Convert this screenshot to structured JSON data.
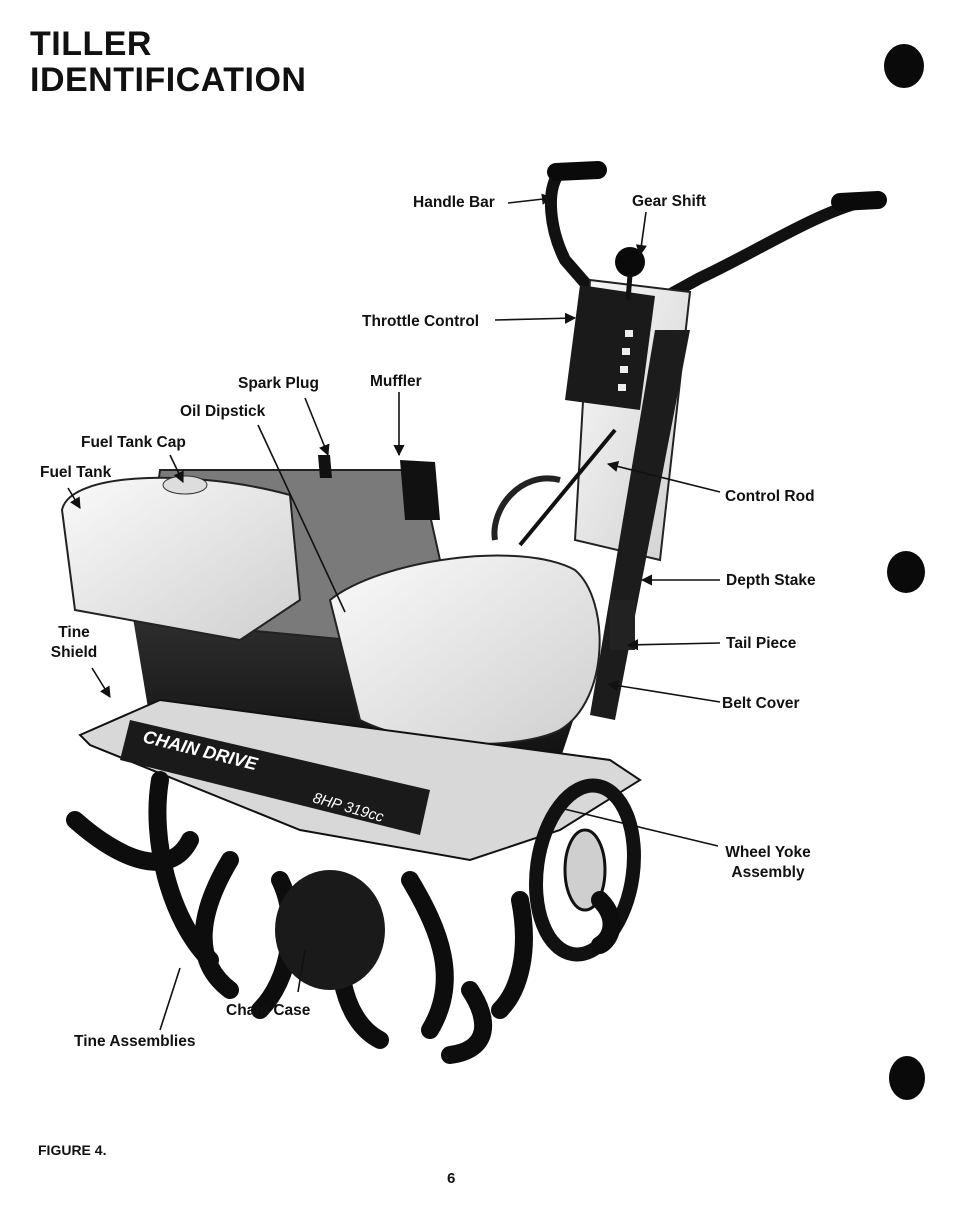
{
  "page": {
    "title_line1": "TILLER",
    "title_line2": "IDENTIFICATION",
    "figure_caption": "FIGURE 4.",
    "page_number": "6"
  },
  "illustration": {
    "panel_brand": "CHAIN DRIVE",
    "panel_engine": "8HP 319cc"
  },
  "labels": {
    "handle_bar": "Handle Bar",
    "gear_shift": "Gear Shift",
    "throttle_control": "Throttle Control",
    "spark_plug": "Spark Plug",
    "muffler": "Muffler",
    "oil_dipstick": "Oil Dipstick",
    "fuel_tank_cap": "Fuel Tank Cap",
    "fuel_tank": "Fuel Tank",
    "control_rod": "Control Rod",
    "depth_stake": "Depth Stake",
    "tail_piece": "Tail Piece",
    "belt_cover": "Belt Cover",
    "tine_shield_1": "Tine",
    "tine_shield_2": "Shield",
    "wheel_yoke_1": "Wheel Yoke",
    "wheel_yoke_2": "Assembly",
    "chain_case": "Chain Case",
    "tine_assemblies": "Tine Assemblies"
  }
}
